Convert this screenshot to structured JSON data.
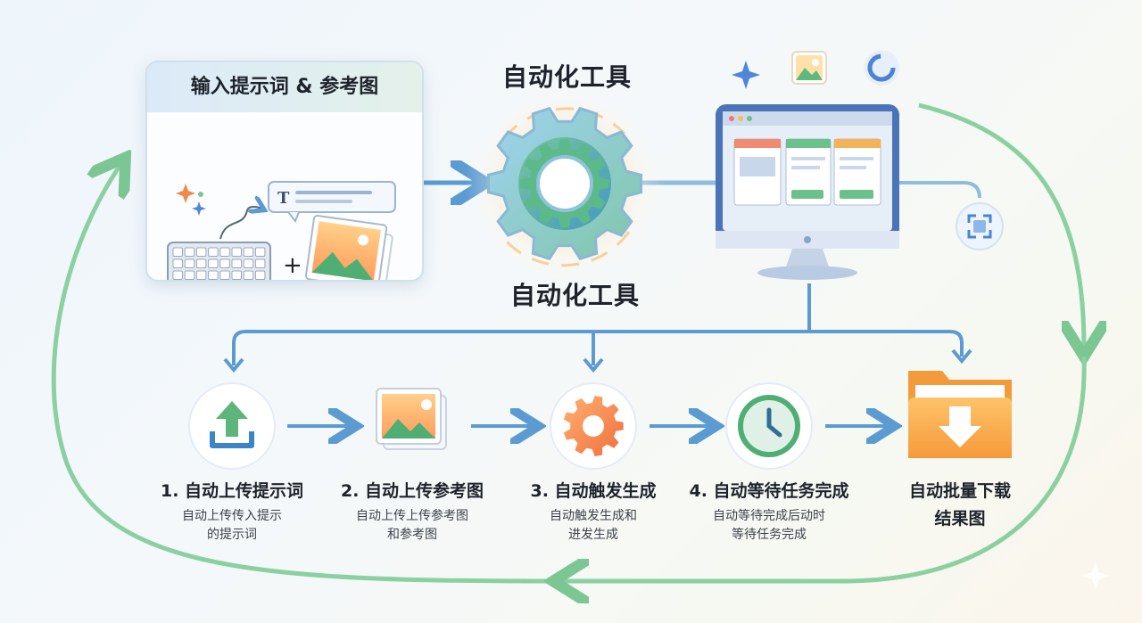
{
  "card": {
    "title": "输入提示词 & 参考图"
  },
  "center": {
    "title_top": "自动化工具",
    "title_bottom": "自动化工具"
  },
  "steps": [
    {
      "title": "1. 自动上传提示词",
      "desc1": "自动上传传入提示",
      "desc2": "的提示词",
      "icon": "upload-icon"
    },
    {
      "title": "2. 自动上传参考图",
      "desc1": "自动上传上传参考图",
      "desc2": "和参考图",
      "icon": "image-icon"
    },
    {
      "title": "3. 自动触发生成",
      "desc1": "自动触发生成和",
      "desc2": "进发生成",
      "icon": "gear-icon"
    },
    {
      "title": "4. 自动等待任务完成",
      "desc1": "自动等待完成后动时",
      "desc2": "等待任务完成",
      "icon": "clock-icon"
    },
    {
      "title": "自动批量下载",
      "desc1": "结果图",
      "desc2": "",
      "icon": "folder-download-icon"
    }
  ],
  "colors": {
    "flow_blue": "#5b9bd1",
    "loop_green": "#7cc693",
    "accent_orange": "#f08a4b",
    "accent_green": "#54b07a"
  }
}
